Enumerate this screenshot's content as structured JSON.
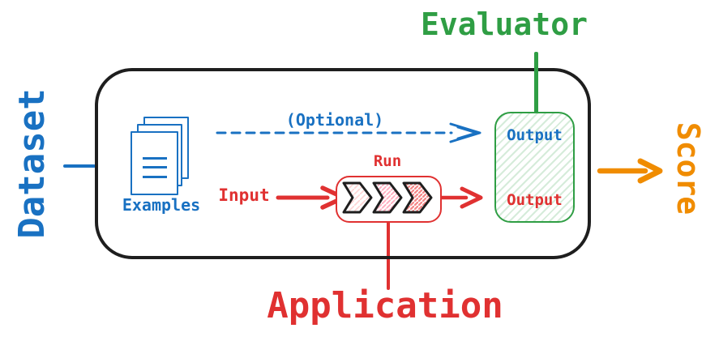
{
  "colors": {
    "blue": "#1971c2",
    "green": "#2f9e44",
    "red": "#e03131",
    "orange": "#f08c00",
    "black": "#1e1e1e"
  },
  "labels": {
    "dataset": "Dataset",
    "evaluator": "Evaluator",
    "score": "Score",
    "application": "Application",
    "examples": "Examples",
    "optional": "(Optional)",
    "input": "Input",
    "run": "Run",
    "evaluator_output": "Output",
    "application_output": "Output"
  }
}
